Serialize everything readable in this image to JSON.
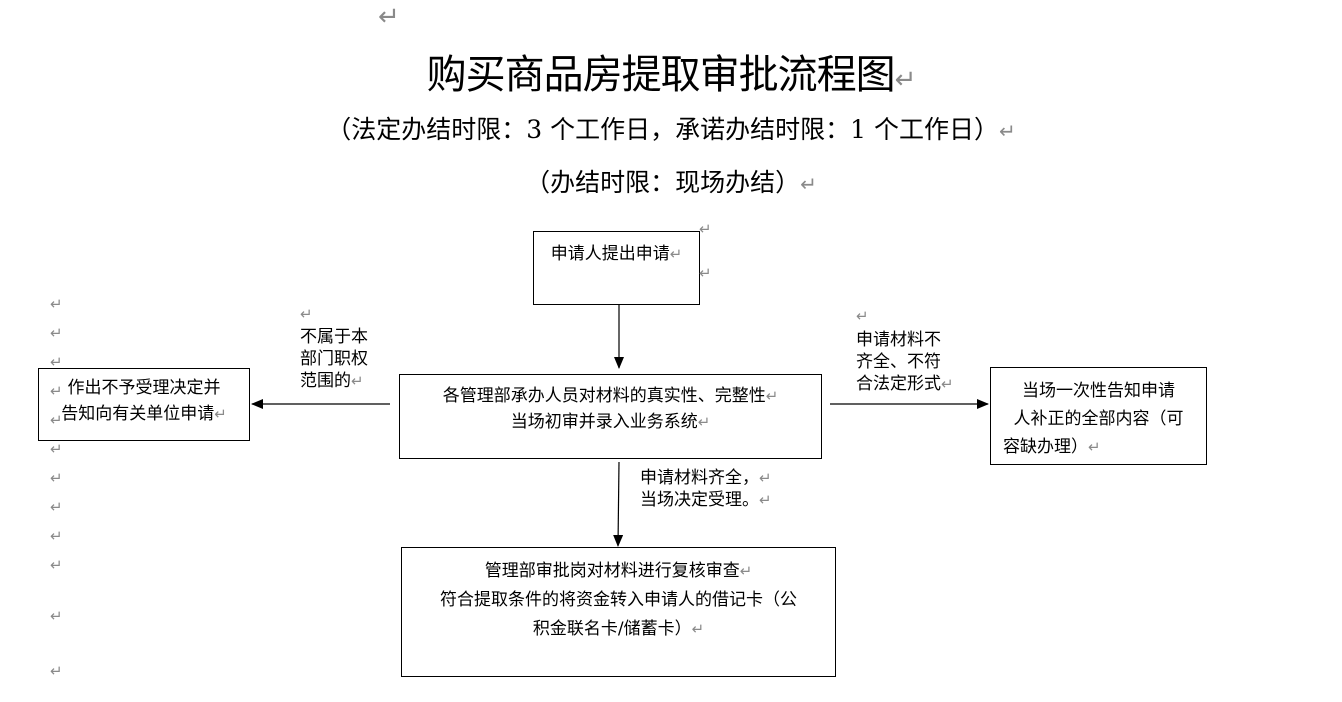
{
  "doc": {
    "title": "购买商品房提取审批流程图",
    "subtitle_legal": "（法定办结时限：3 个工作日，承诺办结时限：1 个工作日）",
    "subtitle_actual": "（办结时限：现场办结）",
    "pilcrow": "↵"
  },
  "diagram": {
    "nodes": {
      "apply": {
        "text": "申请人提出申请"
      },
      "review": {
        "line1": "各管理部承办人员对材料的真实性、完整性",
        "line2": "当场初审并录入业务系统"
      },
      "reject": {
        "line1": "作出不予受理决定并",
        "line2": "告知向有关单位申请"
      },
      "supplement": {
        "line1": "当场一次性告知申请",
        "line2": "人补正的全部内容（可",
        "line3": "容缺办理）"
      },
      "approve": {
        "line1": "管理部审批岗对材料进行复核审查",
        "line2": "符合提取条件的将资金转入申请人的借记卡（公",
        "line3": "积金联名卡/储蓄卡）"
      }
    },
    "edges": {
      "to_reject": {
        "line1": "不属于本",
        "line2": "部门职权",
        "line3": "范围的"
      },
      "to_supplement": {
        "line1": "申请材料不",
        "line2": "齐全、不符",
        "line3": "合法定形式"
      },
      "to_approve": {
        "line1": "申请材料齐全，",
        "line2": "当场决定受理。"
      }
    }
  }
}
